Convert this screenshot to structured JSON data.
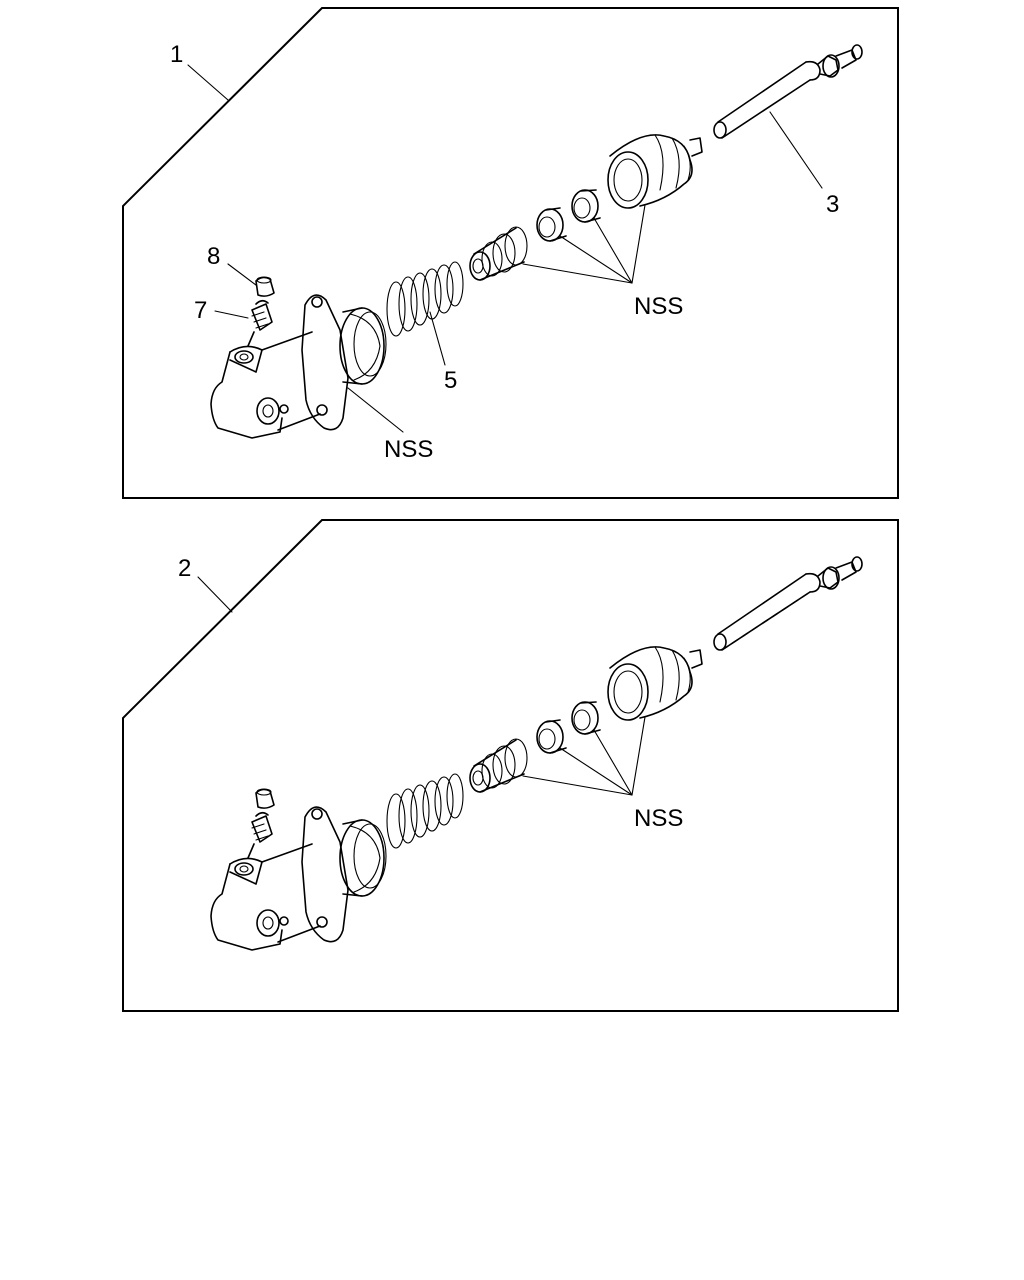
{
  "panel_1": {
    "callout": "1",
    "labels": {
      "part_8": "8",
      "part_7": "7",
      "part_5": "5",
      "part_3": "3",
      "nss_body": "NSS",
      "nss_kit": "NSS"
    }
  },
  "panel_2": {
    "callout": "2",
    "labels": {
      "nss_kit": "NSS"
    }
  }
}
